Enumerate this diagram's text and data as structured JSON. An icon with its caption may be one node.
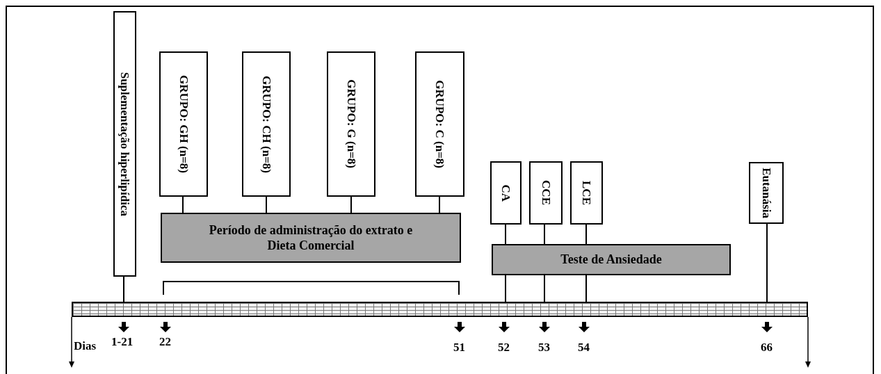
{
  "diagram": {
    "nodes": [
      {
        "text": [
          "Suplementação hiperlipídica"
        ]
      },
      {
        "text": [
          "GRUPO: GH (n=8)"
        ]
      },
      {
        "text": [
          "GRUPO: CH (n=8)"
        ]
      },
      {
        "text": [
          "GRUPO: G (n=8)"
        ]
      },
      {
        "text": [
          "GRUPO: C (n=8)"
        ]
      },
      {
        "text": [
          "Período de administração do extrato e Dieta Comercial"
        ]
      },
      {
        "text": [
          "CA"
        ]
      },
      {
        "text": [
          "CCE"
        ]
      },
      {
        "text": [
          "LCE"
        ]
      },
      {
        "text": [
          "Teste de Ansiedade"
        ]
      },
      {
        "text": [
          "Eutanásia"
        ]
      },
      {
        "text": [],
        "shape": "bar"
      }
    ],
    "edges": [
      {
        "from": 0,
        "to": 11,
        "arrow": "none"
      },
      {
        "from": 1,
        "to": 5,
        "arrow": "none"
      },
      {
        "from": 2,
        "to": 5,
        "arrow": "none"
      },
      {
        "from": 3,
        "to": 5,
        "arrow": "none"
      },
      {
        "from": 4,
        "to": 5,
        "arrow": "none"
      },
      {
        "from": 6,
        "to": 9,
        "arrow": "none"
      },
      {
        "from": 7,
        "to": 9,
        "arrow": "none"
      },
      {
        "from": 8,
        "to": 9,
        "arrow": "none"
      },
      {
        "from": 9,
        "to": 11,
        "arrow": "none"
      },
      {
        "from": 9,
        "to": 11,
        "arrow": "none"
      },
      {
        "from": 9,
        "to": 11,
        "arrow": "none"
      },
      {
        "from": 10,
        "to": 11,
        "arrow": "none"
      }
    ],
    "labels": [
      "Dias",
      "1-21",
      "22",
      "51",
      "52",
      "53",
      "54",
      "66"
    ]
  }
}
